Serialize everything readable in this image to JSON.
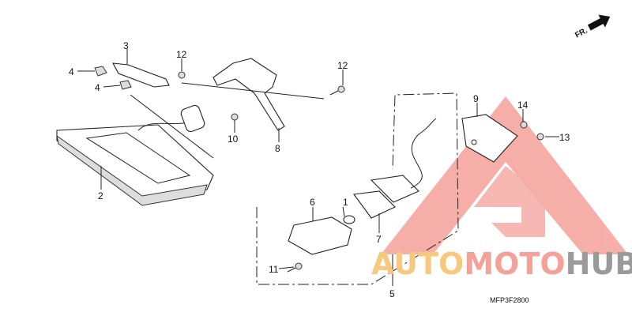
{
  "diagram": {
    "callouts": {
      "c1": "1",
      "c2": "2",
      "c3": "3",
      "c4a": "4",
      "c4b": "4",
      "c5": "5",
      "c6": "6",
      "c7": "7",
      "c8": "8",
      "c9": "9",
      "c10": "10",
      "c11": "11",
      "c12a": "12",
      "c12b": "12",
      "c13": "13",
      "c14": "14"
    },
    "direction_label": "FR.",
    "figure_code": "MFP3F2800"
  },
  "watermark": {
    "part1": "AUTO",
    "part2": "MOTO",
    "part3": "HUB",
    "colors": {
      "auto": "#f7c97e",
      "moto": "#f4a19a",
      "hub": "#9a9a9a",
      "triangle": "#f4a19a"
    }
  }
}
